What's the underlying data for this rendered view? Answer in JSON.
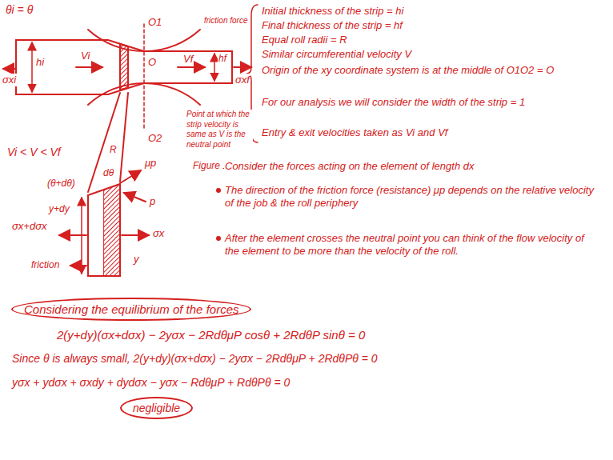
{
  "diagram": {
    "nodes": [
      {
        "text": [
          "Considering the equilibrium of the forces"
        ]
      },
      {
        "text": [
          "negligible"
        ]
      }
    ],
    "labels": [
      "θi = θ",
      "O1",
      "friction force",
      "σxf",
      "σxi",
      "hi",
      "Vi",
      "O",
      "hf",
      "Vf",
      "O2",
      "Point at which the strip velocity is same as V is the neutral point",
      "Figure 1",
      "Vi < V < Vf",
      "(θ+dθ)",
      "R",
      "dθ",
      "μp",
      "p",
      "y+dy",
      "σx+dσx",
      "σx",
      "friction",
      "y",
      "Initial thickness of the strip = hi",
      "Final thickness of the strip = hf",
      "Equal roll radii = R",
      "Similar circumferential velocity V",
      "Origin of the xy coordinate system is at the middle of O1O2 = O",
      "For our analysis we will consider the width of the strip = 1",
      "Entry & exit velocities taken as Vi and Vf",
      "Consider the forces acting on the element of length dx",
      "The direction of the friction force (resistance) μp depends on the relative velocity of the job & the roll periphery",
      "After the element crosses the neutral point you can think of the flow velocity of the element to be more than the velocity of the roll.",
      "2(y+dy)(σx+dσx) − 2yσx − 2RdθμP cosθ + 2RdθP sinθ = 0",
      "Since θ is always small, 2(y+dy)(σx+dσx) − 2yσx − 2RdθμP + 2RdθPθ = 0",
      "yσx + ydσx + σxdy + dydσx − yσx − RdθμP + RdθPθ = 0"
    ]
  }
}
